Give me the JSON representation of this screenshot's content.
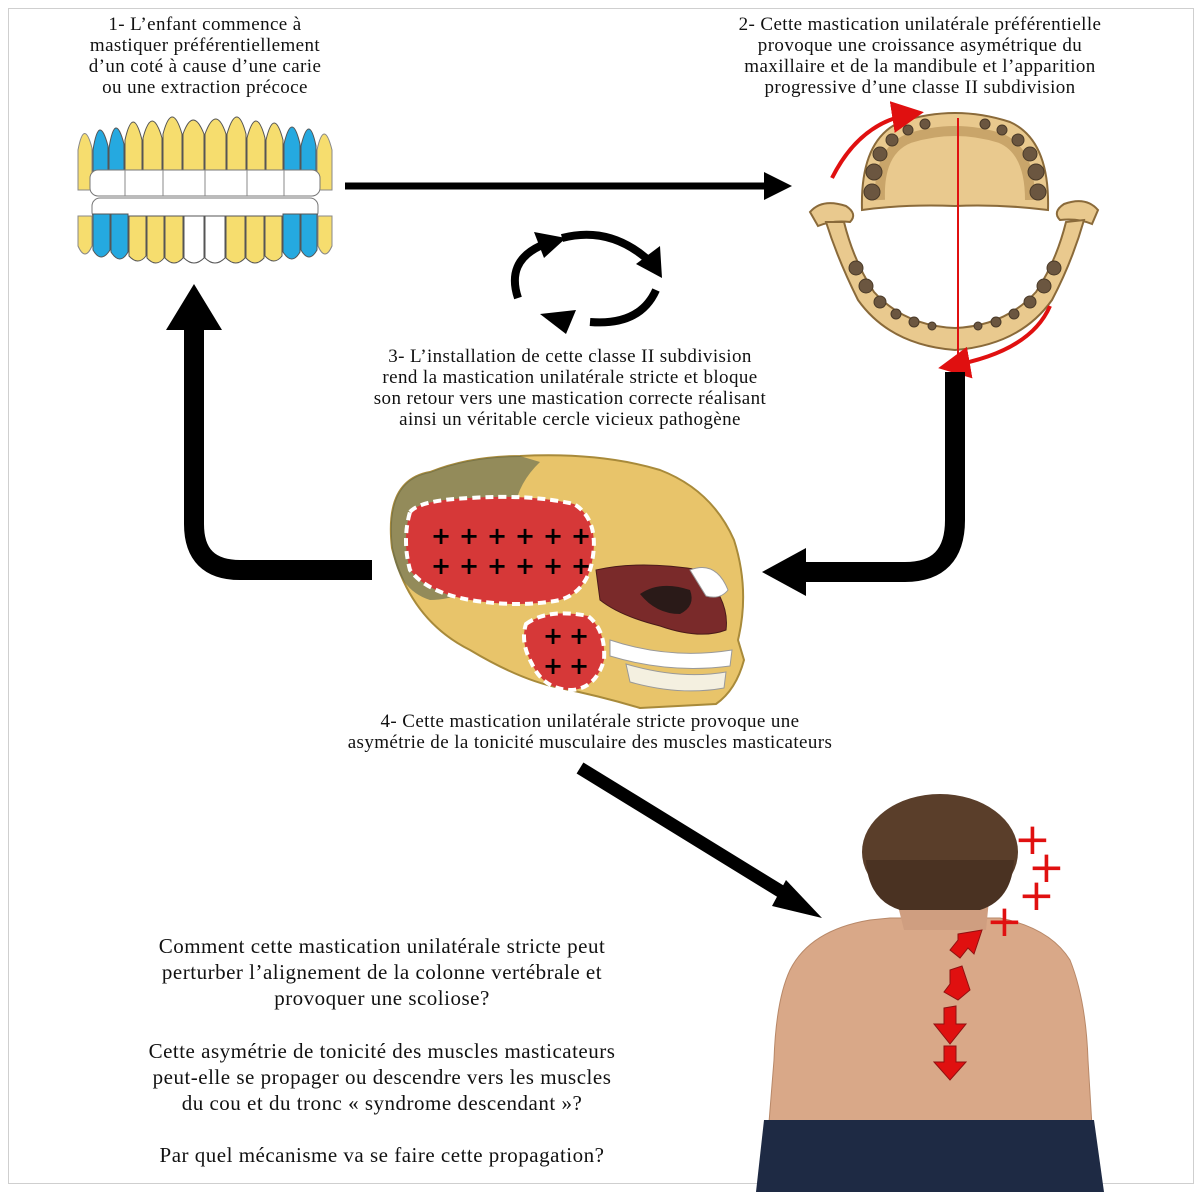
{
  "step1": {
    "lines": [
      "1- L’enfant commence à",
      "mastiquer préférentiellement",
      "d’un coté à cause d’une carie",
      "ou une extraction précoce"
    ]
  },
  "step2": {
    "lines": [
      "2- Cette mastication unilatérale préférentielle",
      "provoque une croissance asymétrique du",
      "maxillaire et de la mandibule et l’apparition",
      "progressive d’une classe II subdivision"
    ]
  },
  "step3": {
    "lines": [
      "3- L’installation de cette classe II subdivision",
      "rend la mastication unilatérale stricte et bloque",
      "son retour vers une mastication correcte réalisant",
      "ainsi un véritable cercle vicieux pathogène"
    ]
  },
  "step4": {
    "lines": [
      "4- Cette mastication unilatérale stricte provoque une",
      "asymétrie de la tonicité musculaire des muscles masticateurs"
    ]
  },
  "questions": [
    {
      "lines": [
        "Comment cette mastication unilatérale stricte peut",
        "perturber l’alignement de la colonne vertébrale et",
        "provoquer une scoliose?"
      ]
    },
    {
      "lines": [
        "Cette asymétrie de tonicité des muscles masticateurs",
        "peut-elle se propager ou descendre vers les muscles",
        "du cou et du tronc « syndrome descendant »?"
      ]
    },
    {
      "lines": [
        "Par quel mécanisme va se faire cette propagation?"
      ]
    }
  ],
  "plus_sign": "+",
  "colors": {
    "arrow": "#000000",
    "accent_red": "#e01010",
    "muscle": "#d63838",
    "bone": "#e9c98e",
    "tooth_yellow": "#f6dd6e",
    "tooth_blue": "#25a9e0"
  }
}
